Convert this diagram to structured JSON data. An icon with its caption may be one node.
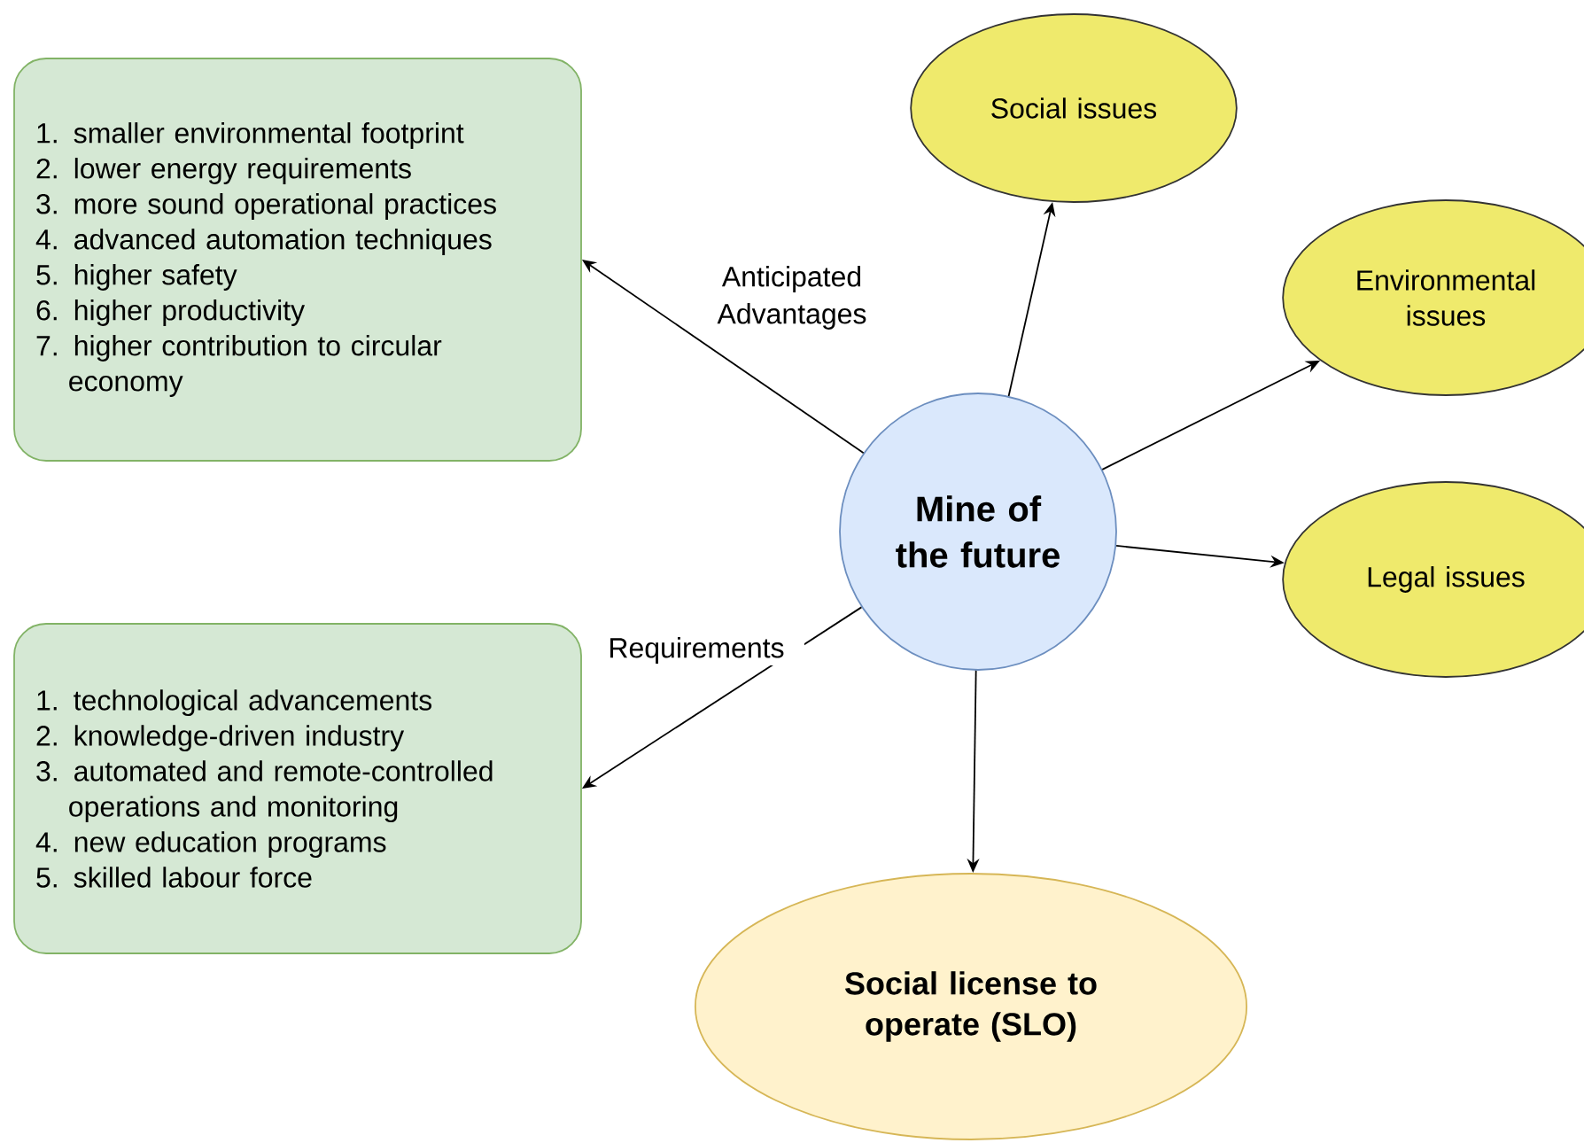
{
  "diagram": {
    "nodes": [
      {
        "text": [
          "1. smaller environmental footprint",
          "2. lower energy requirements",
          "3. more sound operational practices",
          "4. advanced automation techniques",
          "5. higher safety",
          "6. higher productivity",
          "7. higher contribution to circular economy"
        ]
      },
      {
        "text": [
          "1. technological advancements",
          "2. knowledge-driven industry",
          "3. automated and remote-controlled operations and monitoring",
          "4. new education programs",
          "5. skilled labour force"
        ]
      },
      {
        "text": [
          "Mine of the future"
        ]
      },
      {
        "text": [
          "Social issues"
        ]
      },
      {
        "text": [
          "Environmental issues"
        ]
      },
      {
        "text": [
          "Legal issues"
        ]
      },
      {
        "text": [
          "Social license to operate (SLO)"
        ]
      }
    ],
    "edges": [
      {
        "from": 2,
        "to": 0,
        "arrow": "to",
        "label": "Anticipated Advantages"
      },
      {
        "from": 2,
        "to": 1,
        "arrow": "to",
        "label": "Requirements"
      },
      {
        "from": 2,
        "to": 3,
        "arrow": "to"
      },
      {
        "from": 2,
        "to": 4,
        "arrow": "to"
      },
      {
        "from": 2,
        "to": 5,
        "arrow": "to"
      },
      {
        "from": 2,
        "to": 6,
        "arrow": "to"
      }
    ]
  }
}
